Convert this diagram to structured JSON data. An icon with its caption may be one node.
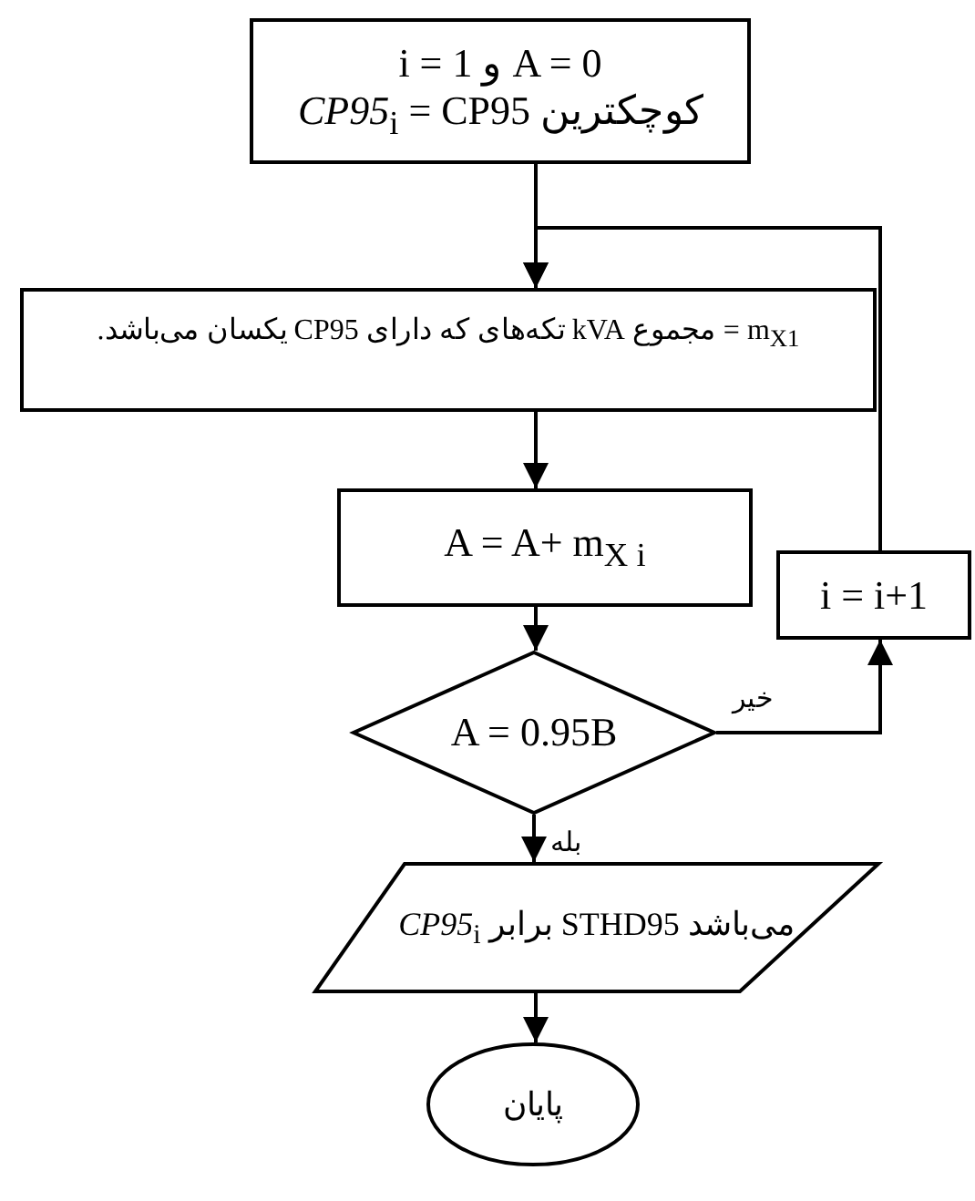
{
  "diagram": {
    "nodes": [
      {
        "text": [
          "i = 1 و A = 0",
          "*CP95*$_{i}$ = CP95 کوچکترین"
        ]
      },
      {
        "text": [
          "m$_{X1}$ = مجموع kVA تکه‌های که دارای CP95 یکسان می‌باشد."
        ]
      },
      {
        "text": [
          "A = A+ m$_{X i}$"
        ]
      },
      {
        "text": [
          "A = 0.95B"
        ]
      },
      {
        "text": [
          "i = i+1"
        ]
      },
      {
        "text": [
          "*CP95*$_{i}$ برابر STHD95 می‌باشد"
        ]
      },
      {
        "text": [
          "پایان"
        ]
      }
    ],
    "edges": [
      {
        "from": 0,
        "to": 1,
        "arrow": "to"
      },
      {
        "from": 1,
        "to": 2,
        "arrow": "to"
      },
      {
        "from": 2,
        "to": 3,
        "arrow": "to"
      },
      {
        "from": 3,
        "to": 4,
        "arrow": "to",
        "label": "خیر"
      },
      {
        "from": 3,
        "to": 5,
        "arrow": "to",
        "label": "بله"
      },
      {
        "from": 4,
        "to": 1,
        "arrow": "to"
      },
      {
        "from": 5,
        "to": 6,
        "arrow": "to"
      }
    ]
  }
}
